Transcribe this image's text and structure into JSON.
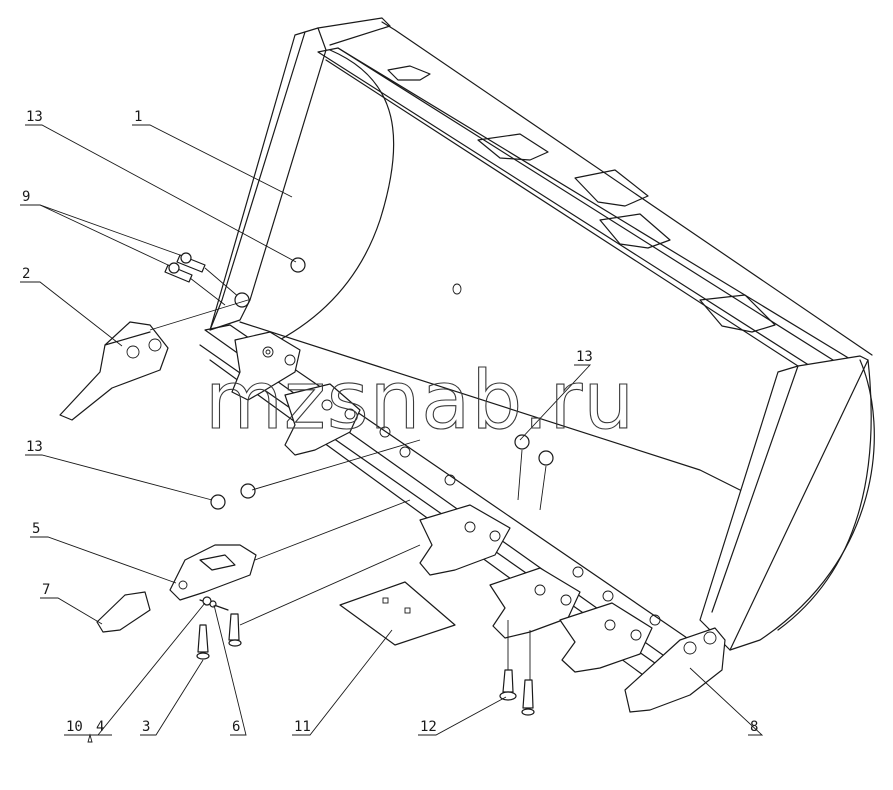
{
  "watermark": "mzsnab.ru",
  "labels": {
    "l1": "1",
    "l2": "2",
    "l3": "3",
    "l4": "4",
    "l5": "5",
    "l6": "6",
    "l7": "7",
    "l8": "8",
    "l9": "9",
    "l10": "10",
    "l11": "11",
    "l12": "12",
    "l13a": "13",
    "l13b": "13",
    "l13c": "13"
  }
}
